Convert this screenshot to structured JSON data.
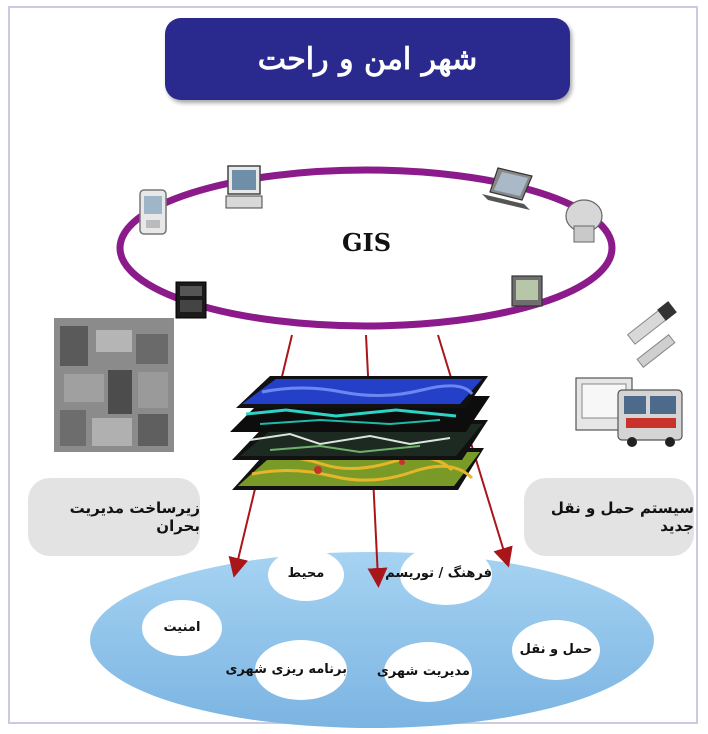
{
  "diagram": {
    "title": "شهر امن و راحت",
    "center_label": "GIS",
    "left_panel_label": "زیرساخت مدیریت بحران",
    "right_panel_label": "سیستم حمل و نقل جدید",
    "services": [
      {
        "label": "محیط"
      },
      {
        "label": "فرهنگ / توریسم"
      },
      {
        "label": "امنیت"
      },
      {
        "label": "برنامه ریزی شهری"
      },
      {
        "label": "مدیریت شهری"
      },
      {
        "label": "حمل و نقل"
      }
    ],
    "colors": {
      "title_bg": "#2a2a8e",
      "ring": "#8b1a8a",
      "lake": "#8fc3ea",
      "arrow": "#a8161a",
      "pill_bg": "#e3e3e3"
    },
    "icons": [
      "computer-icon",
      "laptop-icon",
      "pda-icon",
      "workstation-icon",
      "printer-icon",
      "tablet-icon",
      "satellite-icon",
      "bus-icon",
      "crowd-photo"
    ]
  }
}
